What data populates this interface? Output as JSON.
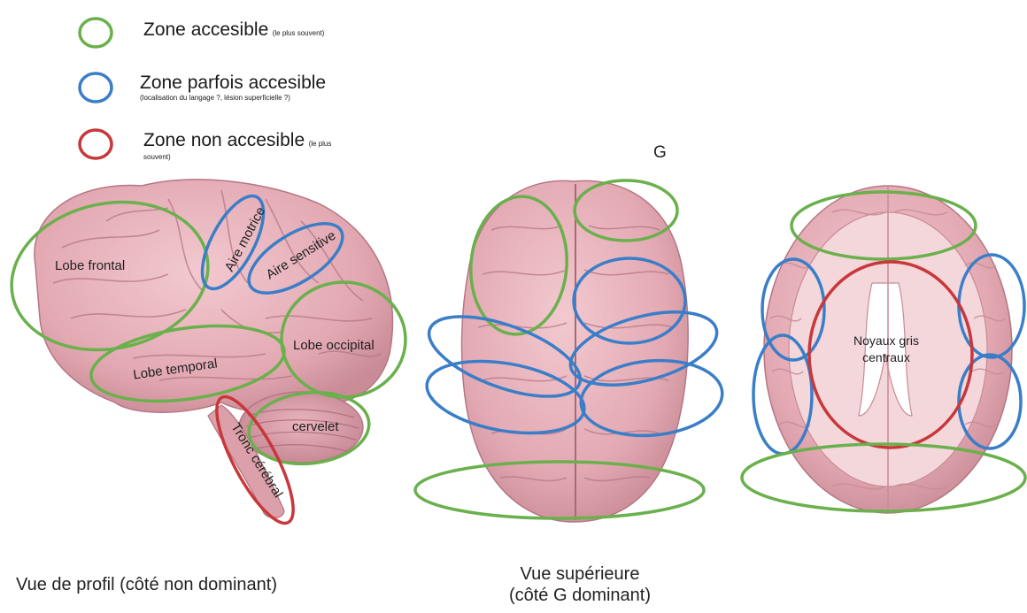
{
  "legend": {
    "accessible": {
      "label": "Zone accesible",
      "note": "(le plus souvent)",
      "color": "#6ab04c"
    },
    "partial": {
      "label": "Zone parfois accesible",
      "note": "(localisation du langage ?, lésion superficielle ?)",
      "color": "#3a7ec8"
    },
    "not_accessible": {
      "label": "Zone non accesible",
      "note_line1": "(le plus",
      "note_line2": "souvent)",
      "color": "#c8373a"
    }
  },
  "labels": {
    "g_marker": "G",
    "frontal": "Lobe frontal",
    "motor": "Aire motrice",
    "sensory": "Aire sensitive",
    "occipital": "Lobe occipital",
    "temporal": "Lobe temporal",
    "cerebellum": "cervelet",
    "brainstem": "Tronc cérébral",
    "basal_ganglia_1": "Noyaux gris",
    "basal_ganglia_2": "centraux"
  },
  "captions": {
    "profile": "Vue de profil (côté non dominant)",
    "superior_1": "Vue supérieure",
    "superior_2": "(côté G dominant)"
  },
  "colors": {
    "brain": "#e8b4bc",
    "brain_dark": "#c98b96",
    "brain_line": "#b57684"
  }
}
